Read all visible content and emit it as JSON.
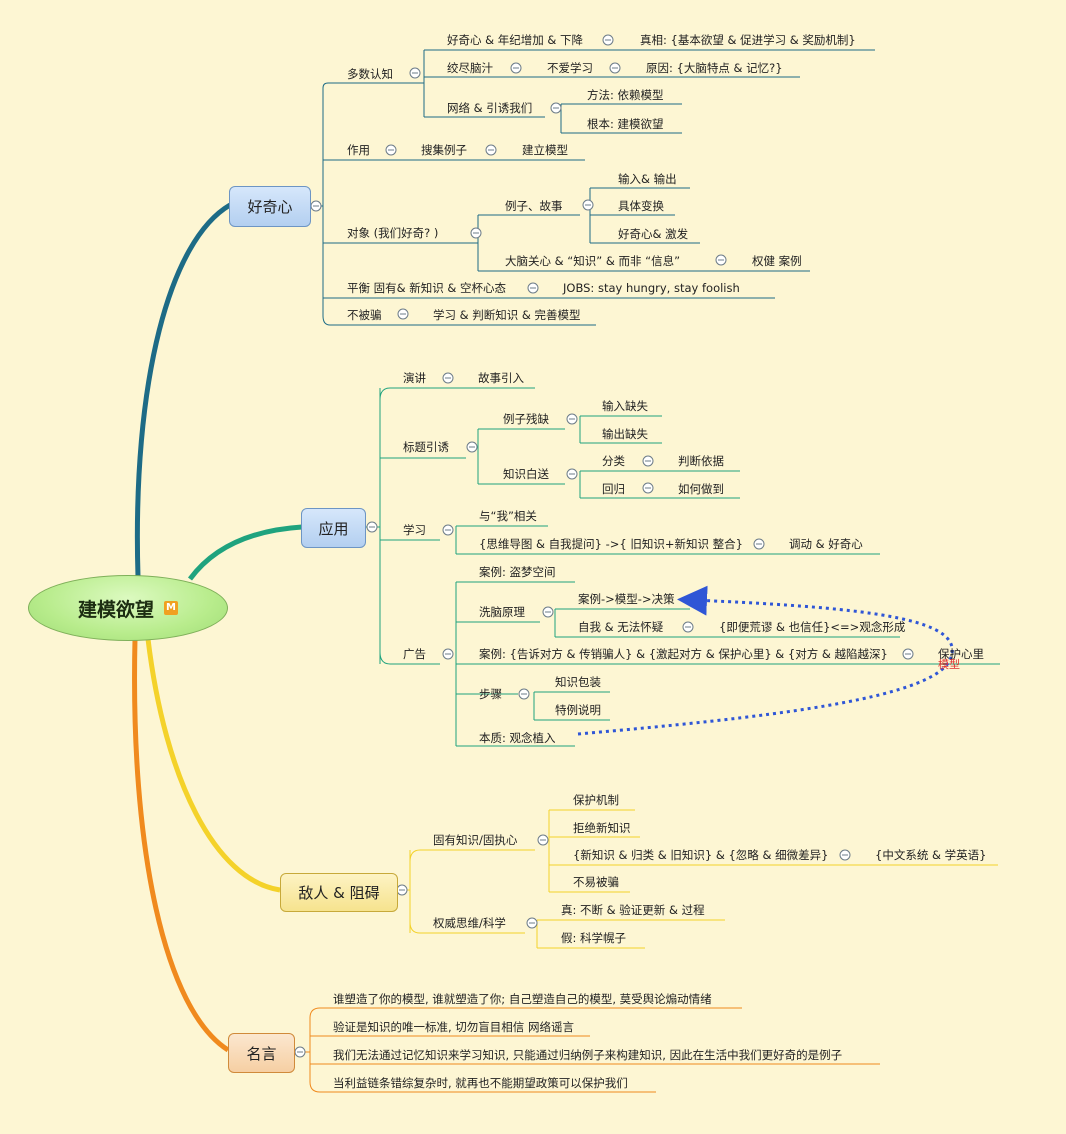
{
  "root": {
    "label": "建模欲望",
    "marker": "M"
  },
  "branches": {
    "curiosity": {
      "label": "好奇心",
      "majority": "多数认知",
      "majority_1": "好奇心 & 年纪增加 & 下降",
      "majority_1_truth": "真相: {基本欲望 & 促进学习 & 奖励机制}",
      "majority_2": "绞尽脑汁",
      "majority_2_a": "不爱学习",
      "majority_2_b": "原因: {大脑特点 & 记忆?}",
      "majority_3": "网络 & 引诱我们",
      "majority_3_a": "方法: 依赖模型",
      "majority_3_b": "根本: 建模欲望",
      "effect": "作用",
      "effect_a": "搜集例子",
      "effect_b": "建立模型",
      "object": "对象 (我们好奇? )",
      "object_1": "例子、故事",
      "object_1_a": "输入& 输出",
      "object_1_b": "具体变换",
      "object_1_c": "好奇心& 激发",
      "object_2": "大脑关心 & “知识” & 而非 “信息”",
      "object_2_a": "权健 案例",
      "balance": "平衡 固有& 新知识 & 空杯心态",
      "balance_a": "JOBS: stay hungry, stay foolish",
      "nofool": "不被骗",
      "nofool_a": "学习 & 判断知识 & 完善模型"
    },
    "application": {
      "label": "应用",
      "speech": "演讲",
      "speech_a": "故事引入",
      "title": "标题引诱",
      "title_1": "例子残缺",
      "title_1_a": "输入缺失",
      "title_1_b": "输出缺失",
      "title_2": "知识白送",
      "title_2_a": "分类",
      "title_2_a1": "判断依据",
      "title_2_b": "回归",
      "title_2_b1": "如何做到",
      "study": "学习",
      "study_1": "与“我”相关",
      "study_2": "{思维导图 & 自我提问} ->{ 旧知识+新知识 整合}",
      "study_2_a": "调动 & 好奇心",
      "ad": "广告",
      "ad_1": "案例: 盗梦空间",
      "ad_2": "洗脑原理",
      "ad_2_a": "案例->模型->决策",
      "ad_2_b": "自我 & 无法怀疑",
      "ad_2_b1": "{即便荒谬 & 也信任}<=>观念形成",
      "ad_3": "案例: {告诉对方 & 传销骗人} & {激起对方 & 保护心里} & {对方 & 越陷越深}",
      "ad_3_a": "保护心里",
      "ad_4": "步骤",
      "ad_4_a": "知识包装",
      "ad_4_b": "特例说明",
      "ad_5": "本质: 观念植入",
      "relation_label": "模型"
    },
    "enemy": {
      "label": "敌人 & 阻碍",
      "inherent": "固有知识/固执心",
      "inherent_a": "保护机制",
      "inherent_b": "拒绝新知识",
      "inherent_c": "{新知识 & 归类 & 旧知识} & {忽略 & 细微差异}",
      "inherent_c1": "{中文系统 & 学英语}",
      "inherent_d": "不易被骗",
      "authority": "权威思维/科学",
      "authority_a": "真: 不断 & 验证更新 & 过程",
      "authority_b": "假: 科学幌子"
    },
    "quotes": {
      "label": "名言",
      "q1": "谁塑造了你的模型, 谁就塑造了你; 自己塑造自己的模型, 莫受舆论煽动情绪",
      "q2": "验证是知识的唯一标准, 切勿盲目相信 网络谣言",
      "q3": "我们无法通过记忆知识来学习知识, 只能通过归纳例子来构建知识, 因此在生活中我们更好奇的是例子",
      "q4": "当利益链条错综复杂时, 就再也不能期望政策可以保护我们"
    }
  },
  "colors": {
    "curiosity": "#1d6b86",
    "application": "#1fa37e",
    "enemy": "#f4d22a",
    "quotes": "#f08a1e",
    "relation": "#2f56d6",
    "background": "#fdf6d3"
  }
}
